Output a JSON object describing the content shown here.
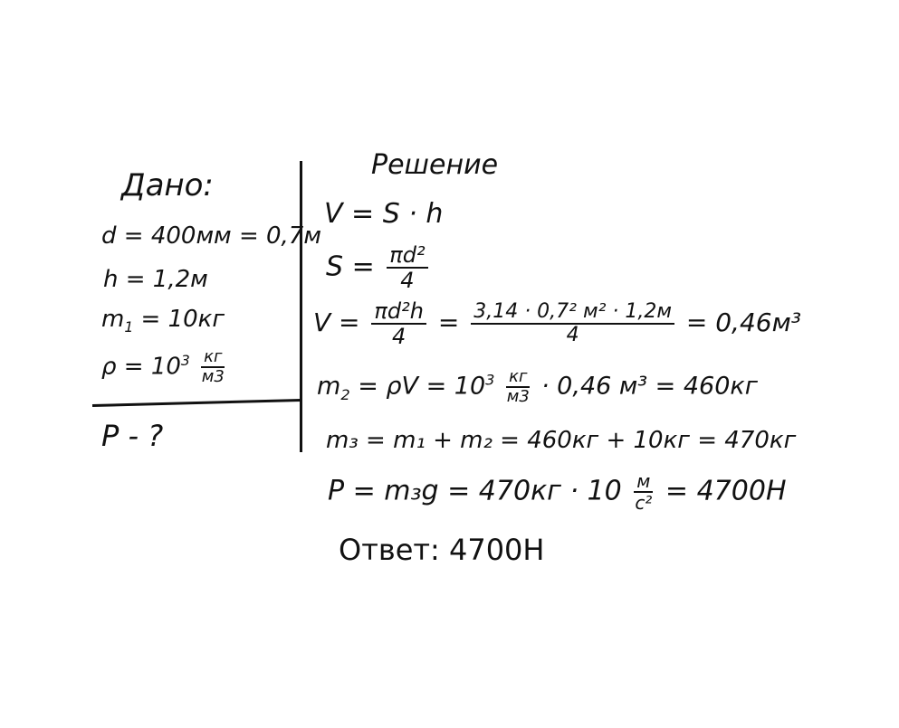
{
  "given": {
    "title": "Дано:",
    "d": "d = 400мм = 0,7м",
    "h": "h = 1,2м",
    "m1_sym": "m",
    "m1_sub": "1",
    "m1_val": " = 10кг",
    "rho_lhs": "ρ = 10",
    "rho_exp": "3",
    "rho_num": "кг",
    "rho_den": "м3",
    "find": "P - ?"
  },
  "solution": {
    "title": "Решение",
    "v_eq": "V = S · h",
    "s_lhs": "S =",
    "s_num": "πd²",
    "s_den": "4",
    "v2_lhs": "V =",
    "v2_num": "πd²h",
    "v2_den": "4",
    "v2_eq": "=",
    "v2_num2": "3,14 · 0,7² м² · 1,2м",
    "v2_den2": "4",
    "v2_res": "= 0,46м³",
    "m2_sym": "m",
    "m2_sub": "2",
    "m2_mid": " = ρV = 10",
    "m2_exp": "3",
    "m2_num": "кг",
    "m2_den": "м3",
    "m2_tail": "· 0,46 м³ = 460кг",
    "m3_line": "m₃ = m₁ + m₂ = 460кг + 10кг = 470кг",
    "p_lhs": "P = m₃g = 470кг · 10",
    "p_num": "м",
    "p_den": "с²",
    "p_tail": "= 4700Н",
    "answer": "Ответ: 4700Н"
  }
}
